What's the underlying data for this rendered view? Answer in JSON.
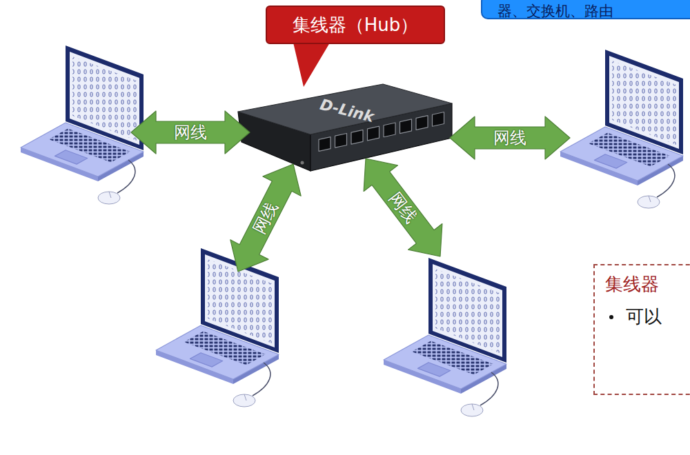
{
  "diagram": {
    "nodes": [
      {
        "text": [
          "集线器（Hub）"
        ]
      },
      {
        "text": [
          "器、交换机、路由"
        ]
      },
      {
        "text": [
          "D-Link"
        ]
      },
      {
        "text": [
          "集线器",
          "可以"
        ]
      }
    ],
    "labels": [
      "网线",
      "网线",
      "网线",
      "网线"
    ]
  }
}
